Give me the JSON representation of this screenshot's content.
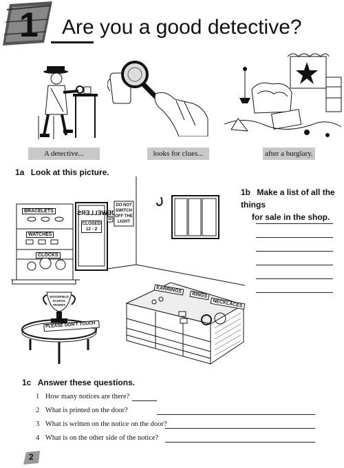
{
  "title": {
    "number": "1",
    "text": "Are you a good detective?"
  },
  "captions": [
    "A detective...",
    "looks for clues...",
    "after a burglary."
  ],
  "section_1a": {
    "label": "1a",
    "instruction": "Look at this picture."
  },
  "picture_signs": {
    "bracelets": "BRACELETS",
    "watches": "WATCHES",
    "clocks": "CLOCKS",
    "jewellers_mirrored": "JEWELLERS",
    "closed_notice": "CLOSED 12 - 2",
    "light_notice": "DO NOT SWITCH OFF THE LIGHT",
    "trophy": "WOODFIELD SCHOOL TROPHY",
    "table_notice": "PLEASE DON'T TOUCH",
    "earrings": "EARRINGS",
    "rings": "RINGS",
    "necklaces": "NECKLACES",
    "notice_small": "10"
  },
  "section_1b": {
    "label": "1b",
    "instruction_line1": "Make a list of all the things",
    "instruction_line2": "for sale in the shop."
  },
  "section_1c": {
    "label": "1c",
    "instruction": "Answer these questions.",
    "questions": [
      {
        "num": "1",
        "text": "How many notices are there?"
      },
      {
        "num": "2",
        "text": "What is printed on the door?"
      },
      {
        "num": "3",
        "text": "What is written on the notice on the door?"
      },
      {
        "num": "4",
        "text": "What is on the other side of the notice?"
      }
    ]
  },
  "page_number": "2"
}
